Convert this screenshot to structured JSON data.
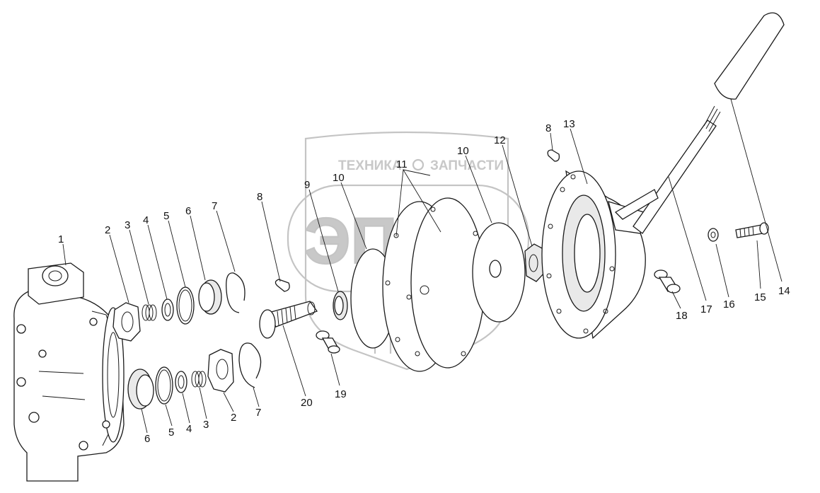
{
  "watermark": {
    "line1": "ТЕХНИКА",
    "line2": "ЗАПЧАСТИ",
    "logo": "ЭПФ",
    "color": "#c4c4c4"
  },
  "callouts": [
    {
      "id": "c1",
      "text": "1"
    },
    {
      "id": "c2a",
      "text": "2"
    },
    {
      "id": "c3a",
      "text": "3"
    },
    {
      "id": "c4a",
      "text": "4"
    },
    {
      "id": "c5a",
      "text": "5"
    },
    {
      "id": "c6a",
      "text": "6"
    },
    {
      "id": "c7a",
      "text": "7"
    },
    {
      "id": "c8a",
      "text": "8"
    },
    {
      "id": "c9",
      "text": "9"
    },
    {
      "id": "c10a",
      "text": "10"
    },
    {
      "id": "c11",
      "text": "11"
    },
    {
      "id": "c10b",
      "text": "10"
    },
    {
      "id": "c12",
      "text": "12"
    },
    {
      "id": "c8b",
      "text": "8"
    },
    {
      "id": "c13",
      "text": "13"
    },
    {
      "id": "c14",
      "text": "14"
    },
    {
      "id": "c15",
      "text": "15"
    },
    {
      "id": "c16",
      "text": "16"
    },
    {
      "id": "c17",
      "text": "17"
    },
    {
      "id": "c18",
      "text": "18"
    },
    {
      "id": "c19",
      "text": "19"
    },
    {
      "id": "c20",
      "text": "20"
    },
    {
      "id": "c6b",
      "text": "6"
    },
    {
      "id": "c5b",
      "text": "5"
    },
    {
      "id": "c4b",
      "text": "4"
    },
    {
      "id": "c3b",
      "text": "3"
    },
    {
      "id": "c2b",
      "text": "2"
    },
    {
      "id": "c7b",
      "text": "7"
    }
  ]
}
